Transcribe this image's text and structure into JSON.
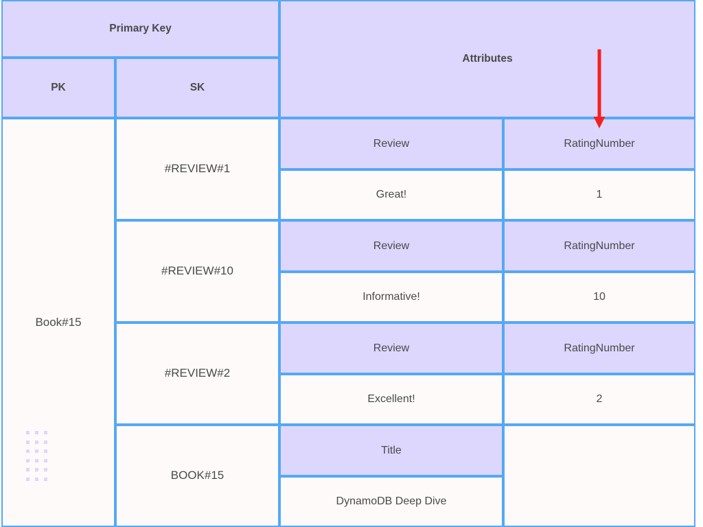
{
  "table": {
    "header": {
      "primary_key_label": "Primary Key",
      "attributes_label": "Attributes",
      "pk_label": "PK",
      "sk_label": "SK"
    },
    "partition_value": "Book#15",
    "items": [
      {
        "sk": "#REVIEW#1",
        "attributes": [
          {
            "key": "Review",
            "value": "Great!"
          },
          {
            "key": "RatingNumber",
            "value": "1"
          }
        ]
      },
      {
        "sk": "#REVIEW#10",
        "attributes": [
          {
            "key": "Review",
            "value": "Informative!"
          },
          {
            "key": "RatingNumber",
            "value": "10"
          }
        ]
      },
      {
        "sk": "#REVIEW#2",
        "attributes": [
          {
            "key": "Review",
            "value": "Excellent!"
          },
          {
            "key": "RatingNumber",
            "value": "2"
          }
        ]
      },
      {
        "sk": "BOOK#15",
        "attributes": [
          {
            "key": "Title",
            "value": "DynamoDB Deep Dive"
          },
          {
            "key": "",
            "value": ""
          }
        ]
      }
    ]
  },
  "annotation": {
    "arrow_color": "#f42020",
    "arrow_points_to": "RatingNumber"
  },
  "colors": {
    "border": "#55a8f7",
    "header_fill": "#ddd6fd",
    "cell_fill": "#fdfaf9",
    "text": "#4a4a4a"
  }
}
